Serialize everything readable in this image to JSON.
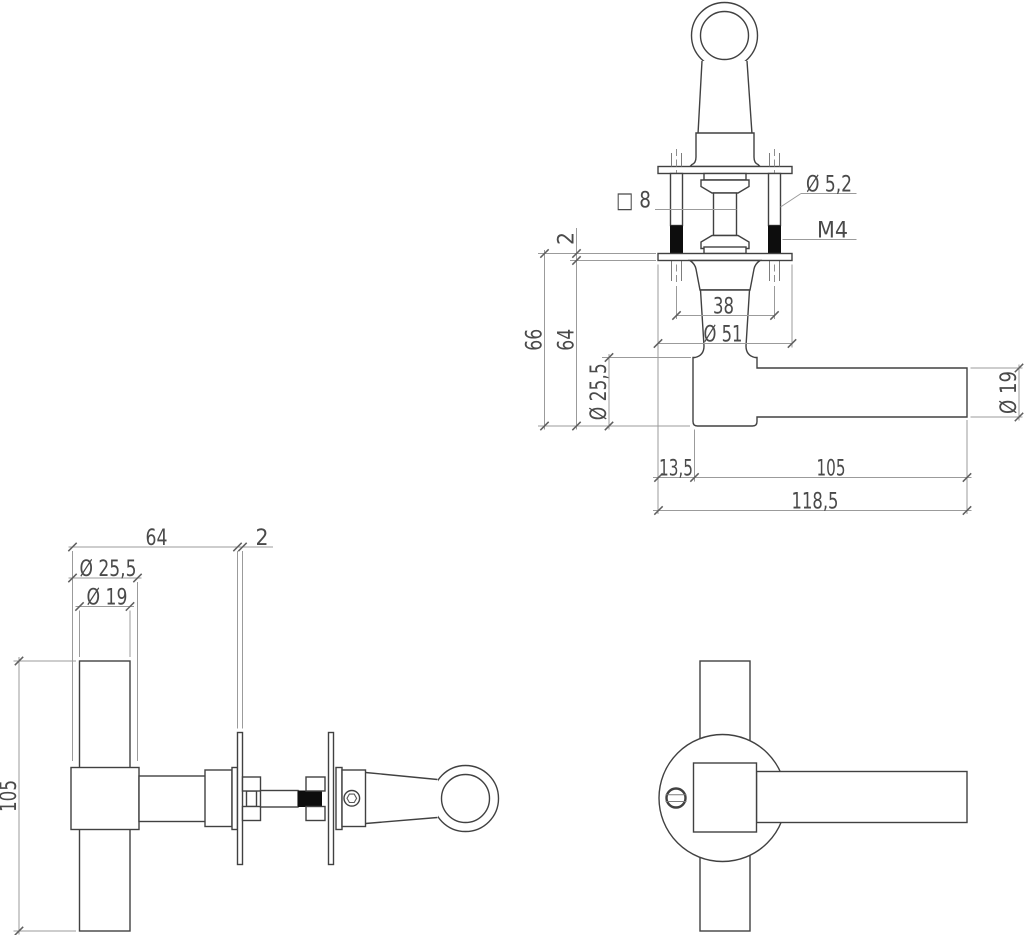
{
  "title": "Door handle set technical drawing",
  "colors": {
    "background": "#ffffff",
    "outline": "#414141",
    "dimension_lines": "#9b9b9b",
    "label_text": "#4a4a4a",
    "section_fill": "#0d0d0d"
  },
  "assembly_view": {
    "dims": {
      "bolt_hole_dia": "Ø 5,2",
      "spindle_square": "□ 8",
      "bolt_thread": "M4",
      "rose_thickness": "2",
      "height_with_rose": "66",
      "handle_height": "64",
      "bolt_spacing": "38",
      "rose_dia": "Ø 51",
      "hub_dia": "Ø 25,5",
      "hub_offset": "13,5",
      "lever_length": "105",
      "total_length": "118,5",
      "lever_dia": "Ø 19"
    }
  },
  "side_view": {
    "dims": {
      "handle_depth": "64",
      "rose_thickness": "2",
      "hub_dia": "Ø 25,5",
      "grip_dia": "Ø 19",
      "grip_length": "105"
    }
  }
}
